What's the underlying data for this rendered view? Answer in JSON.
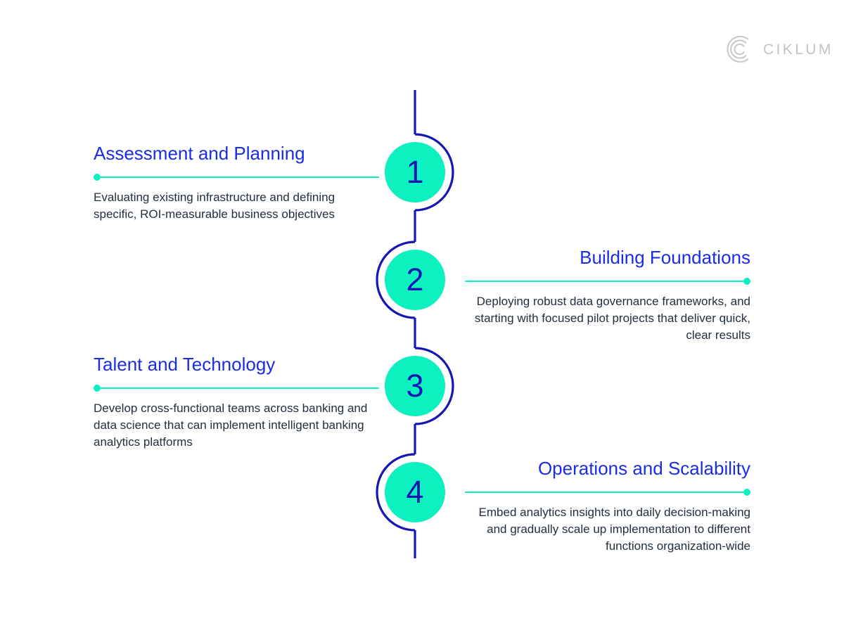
{
  "brand": {
    "wordmark": "CIKLUM",
    "mark_icon": "ciklum-c-arcs-logo-icon",
    "color": "#c4c4c6"
  },
  "colors": {
    "accent_teal": "#0df0bf",
    "title_blue": "#1a2de6",
    "spine_navy": "#1616b4",
    "body_text": "#222f3f",
    "background": "#ffffff"
  },
  "timeline": {
    "orientation": "vertical-serpentine",
    "steps": [
      {
        "number": "1",
        "side": "left",
        "title": "Assessment and Planning",
        "description": "Evaluating existing infrastructure and defining specific, ROI-measurable business objectives"
      },
      {
        "number": "2",
        "side": "right",
        "title": "Building Foundations",
        "description": "Deploying robust data governance frameworks, and starting with focused pilot projects that deliver quick, clear results"
      },
      {
        "number": "3",
        "side": "left",
        "title": "Talent and Technology",
        "description": "Develop cross-functional teams across banking and data science that can implement intelligent banking analytics platforms"
      },
      {
        "number": "4",
        "side": "right",
        "title": "Operations and Scalability",
        "description": "Embed analytics insights into daily decision-making and gradually scale up implementation to different functions organization-wide"
      }
    ]
  }
}
